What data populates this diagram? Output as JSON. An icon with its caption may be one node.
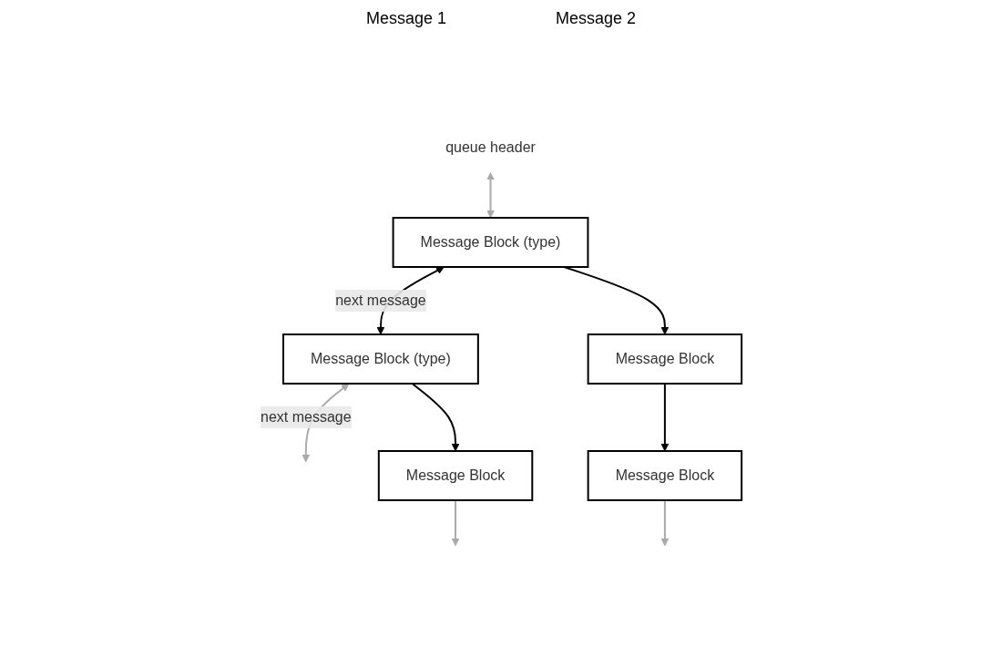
{
  "diagram": {
    "nodes": [
      {
        "text": [
          "queue header"
        ]
      },
      {
        "text": [
          "Message Block (type)"
        ]
      },
      {
        "text": [
          "Message Block"
        ]
      },
      {
        "text": [
          "Message Block"
        ]
      },
      {
        "text": [
          "Message Block (type)"
        ]
      },
      {
        "text": [
          "Message Block"
        ]
      }
    ],
    "edges": [
      {
        "from": 0,
        "to": 1,
        "arrow": "both"
      },
      {
        "from": 1,
        "to": 4,
        "arrow": "both",
        "label": "next message",
        "color": "#000000"
      },
      {
        "from": 1,
        "to": 2,
        "arrow": "to",
        "color": "#000000"
      },
      {
        "from": 2,
        "to": 3,
        "arrow": "to",
        "color": "#000000"
      },
      {
        "from": 3,
        "to": null,
        "arrow": "to"
      },
      {
        "from": 4,
        "to": null,
        "arrow": "both",
        "label": "next message"
      },
      {
        "from": 4,
        "to": 5,
        "arrow": "to",
        "color": "#000000"
      },
      {
        "from": 5,
        "to": null,
        "arrow": "to"
      }
    ],
    "labels": [
      "Message 1",
      "Message 2"
    ]
  }
}
